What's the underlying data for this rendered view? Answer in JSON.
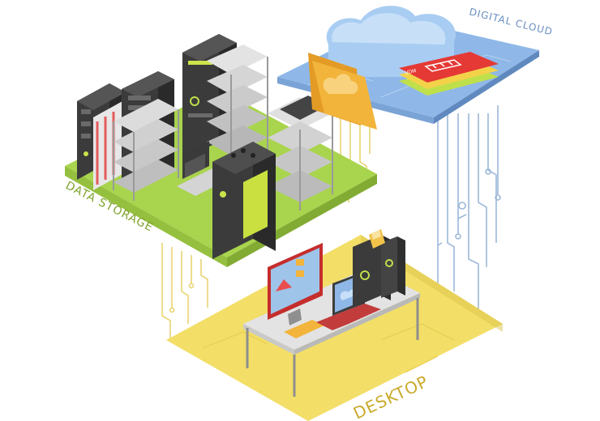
{
  "labels": {
    "data_storage": "DATA STORAGE",
    "digital_cloud": "DIGITAL CLOUD",
    "desktop": "DESKTOP",
    "card_brand": "VDM"
  },
  "colors": {
    "storage_platform": "#a9d44e",
    "storage_platform_side": "#8fb83a",
    "cloud_platform": "#8fb8e8",
    "cloud_platform_side": "#6e97cc",
    "desktop_platform": "#f3de67",
    "desktop_platform_side": "#dcc44c",
    "server_dark": "#3b3b3b",
    "server_side": "#2a2a2a",
    "rack_light": "#d7d7d7",
    "accent_green": "#cde34a",
    "folder": "#f2b43a",
    "card_red": "#e53935",
    "card_green": "#bfe04a",
    "wire_blue": "#9cb8d8",
    "wire_green": "#a9c96a",
    "wire_yellow": "#e9d472"
  },
  "icons": [
    "server-icon",
    "cloud-icon",
    "folder-icon",
    "film-card-icon",
    "monitor-icon",
    "laptop-icon",
    "keyboard-icon",
    "lamp-icon"
  ]
}
